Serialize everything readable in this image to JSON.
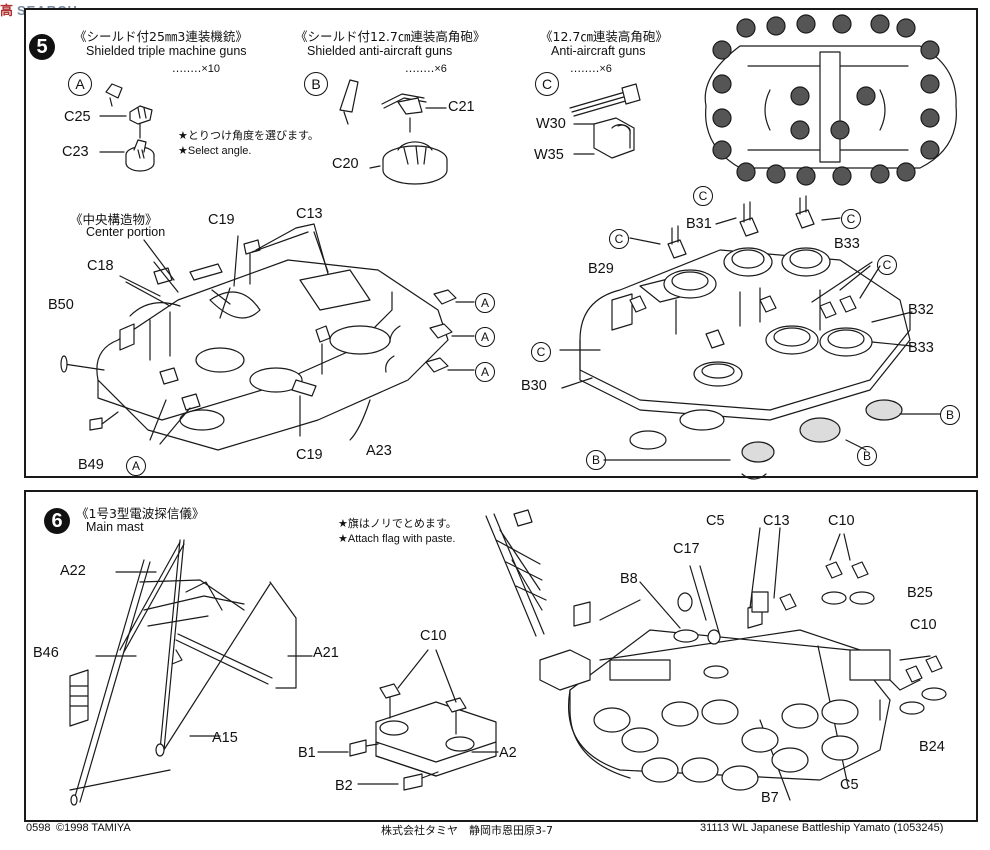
{
  "watermark": {
    "cn": "高",
    "site": "SEARCH"
  },
  "step5": {
    "number": "5",
    "groups": [
      {
        "jp": "《シールド付25㎜3連装機銃》",
        "en": "Shielded triple machine guns",
        "qty": "‥‥‥‥×10",
        "key": "A"
      },
      {
        "jp": "《シールド付12.7㎝連装高角砲》",
        "en": "Shielded anti-aircraft guns",
        "qty": "‥‥‥‥×6",
        "key": "B"
      },
      {
        "jp": "《12.7㎝連装高角砲》",
        "en": "Anti-aircraft guns",
        "qty": "‥‥‥‥×6",
        "key": "C"
      }
    ],
    "note_jp": "★とりつけ角度を選びます。",
    "note_en": "★Select angle.",
    "center": {
      "jp": "《中央構造物》",
      "en": "Center portion"
    },
    "parts": {
      "c25": "C25",
      "c23": "C23",
      "c21": "C21",
      "c20": "C20",
      "w30": "W30",
      "w35": "W35",
      "c19a": "C19",
      "c13": "C13",
      "c18": "C18",
      "b50": "B50",
      "b49": "B49",
      "c19b": "C19",
      "a23": "A23",
      "b31": "B31",
      "b33a": "B33",
      "b29": "B29",
      "b32": "B32",
      "b33b": "B33",
      "b30": "B30"
    },
    "markers": {
      "A": "A",
      "B": "B",
      "C": "C"
    }
  },
  "step6": {
    "number": "6",
    "title_jp": "《1号3型電波探信儀》",
    "title_en": "Main mast",
    "note_jp": "★旗はノリでとめます。",
    "note_en": "★Attach flag with paste.",
    "parts": {
      "a22": "A22",
      "b46": "B46",
      "a21": "A21",
      "a15": "A15",
      "c10a": "C10",
      "b1": "B1",
      "a2": "A2",
      "b2": "B2",
      "c5a": "C5",
      "c13": "C13",
      "c10b": "C10",
      "c17": "C17",
      "b8": "B8",
      "b25": "B25",
      "c10c": "C10",
      "b24": "B24",
      "b7": "B7",
      "c5b": "C5"
    }
  },
  "footer": {
    "code": "0598",
    "copyright": "©1998 TAMIYA",
    "company": "株式会社タミヤ　静岡市恩田原3-7",
    "product": "31113  WL Japanese Battleship Yamato (1053245)"
  }
}
